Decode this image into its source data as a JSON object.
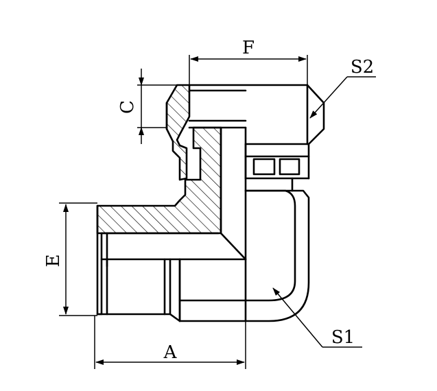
{
  "labels": {
    "F": "F",
    "S2": "S2",
    "C": "C",
    "E": "E",
    "A": "A",
    "S1": "S1"
  },
  "colors": {
    "line": "#000000",
    "background": "#ffffff"
  }
}
